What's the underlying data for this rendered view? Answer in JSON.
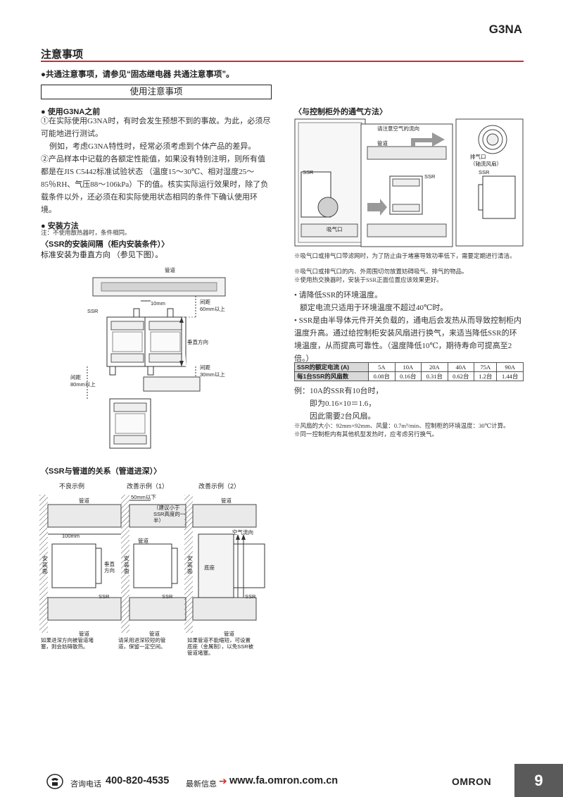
{
  "header": {
    "product": "G3NA"
  },
  "section_title": "注意事项",
  "common_note": "●共通注意事项，请参见“固态继电器 共通注意事项”。",
  "usage_box": "使用注意事项",
  "before_use": {
    "heading": "● 使用G3NA之前",
    "p1": "①在实际使用G3NA时，有时会发生预想不到的事故。为此，必须尽可能地进行测试。",
    "p1b": "例如，考虑G3NA特性时，经常必须考虑到个体产品的差异。",
    "p2": "②产品样本中记载的各额定性能值，如果没有特别注明，则所有值都是在JIS C5442标准试验状态 （温度15～30℃、相对湿度25～85％RH、气压88～106kPa）下的值。核实实际运行效果时，除了负载条件以外，还必须在和实际使用状态相同的条件下确认使用环境。"
  },
  "install": {
    "heading": "● 安装方法",
    "note": "注：不使用散热器时，条件相同。",
    "spacing_title": "〈SSR的安装间隔（柜内安装条件）〉",
    "spacing_text": "标准安装为垂直方向 （参见下图）。",
    "fig1": {
      "duct": "管道",
      "gap10": "10mm",
      "ssr": "SSR",
      "gap_top": "间距\n60mm以上",
      "vertical": "垂直方向",
      "gap_bottom": "间距\n30mm以上",
      "gap_left": "间距\n80mm以上"
    }
  },
  "duct_relation": {
    "title": "〈SSR与管道的关系（管道进深）〉",
    "cases": [
      {
        "label": "不良示例",
        "duct": "管道",
        "depth": "100mm",
        "wall": "安装面",
        "vertical": "垂直方向",
        "ssr": "SSR",
        "note": "如果进深方向被管道堵塞，则会妨碍散热。"
      },
      {
        "label": "改善示例（1）",
        "limit": "50mm以下",
        "hint": "（建议小于SSR高度的一半）",
        "duct": "管道",
        "wall": "安装面",
        "ssr": "SSR",
        "note": "请采用进深较短的管道，保留一定空间。"
      },
      {
        "label": "改善示例（2）",
        "airflow": "空气流向",
        "duct": "管道",
        "wall": "安装面",
        "base": "底座",
        "ssr": "SSR",
        "note": "如果管道不能缩短，可设置底座（金属制），以免SSR被管道堵塞。"
      }
    ]
  },
  "ventilation": {
    "title": "〈与控制柜外的通气方法〉",
    "fig_labels": {
      "ssr": "SSR",
      "intake": "吸气口",
      "duct": "管道",
      "flow_note": "请注意空气的流向",
      "exhaust": "排气口\n（轴流风扇）"
    },
    "notes": [
      "※吸气口或排气口带滤网时，为了防止由于堵塞导致功率低下，需要定期进行清洁。",
      "※吸气口或排气口的内、外周围切勿放置妨碍吸气、排气的物品。",
      "※使用热交换器时，安装于SSR正面位置应该效果更好。"
    ],
    "b1": "• 请降低SSR的环境温度。",
    "b1b": "额定电流只适用于环境温度不超过40℃时。",
    "b2": "• SSR是由半导体元件开关负载的，通电后会发热从而导致控制柜内温度升高。通过给控制柜安装风扇进行换气，来适当降低SSR的环境温度，从而提高可靠性。（温度降低10℃，期待寿命可提高至2倍。）"
  },
  "fan_table": {
    "row1_head": "SSR的额定电流 (A)",
    "row2_head": "每1台SSR的风扇数",
    "currents": [
      "5A",
      "10A",
      "20A",
      "40A",
      "75A",
      "90A"
    ],
    "fans": [
      "0.08台",
      "0.16台",
      "0.31台",
      "0.62台",
      "1.2台",
      "1.44台"
    ]
  },
  "example": {
    "l1": "例：10A的SSR有10台时，",
    "l2": "即为0.16×10＝1.6，",
    "l3": "因此需要2台风扇。",
    "n1": "※风扇的大小：92mm×92mm、风量：0.7m³/min、控制柜的环境温度：30℃计算。",
    "n2": "※同一控制柜内有其他机型发热时，应考虑另行换气。"
  },
  "footer": {
    "consult": "咨询电话",
    "phone": "400-820-4535",
    "latest": "最新信息",
    "url": "www.fa.omron.com.cn",
    "brand": "OMRON",
    "page": "9"
  }
}
